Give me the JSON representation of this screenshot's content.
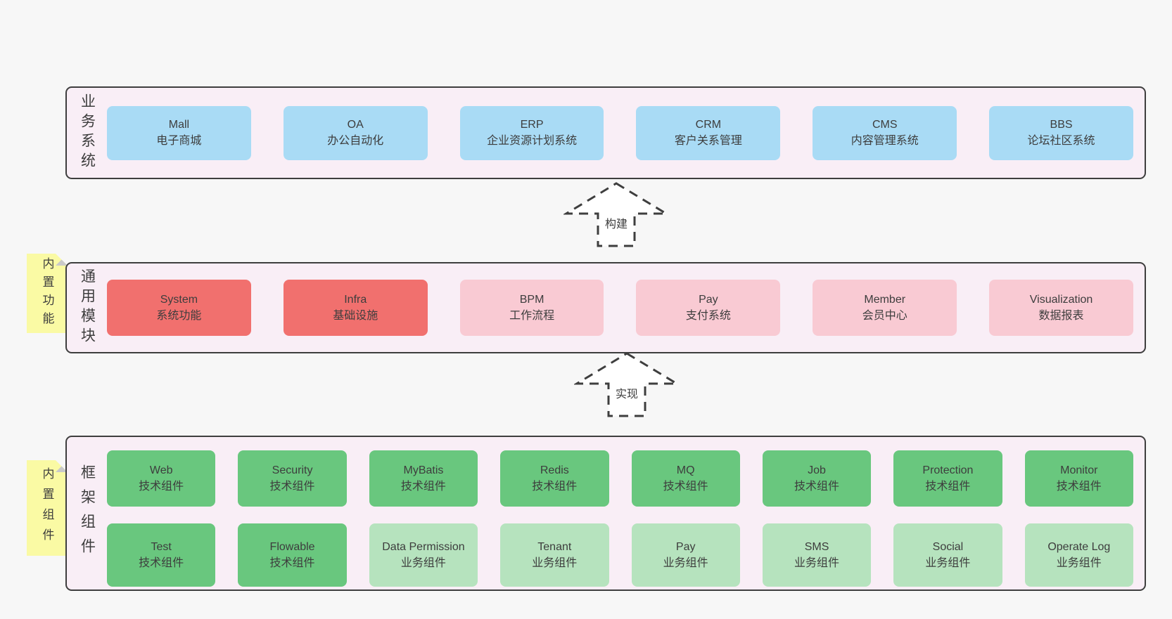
{
  "layers": [
    {
      "id": "business-systems",
      "label": "业务系统",
      "boxes": [
        {
          "en": "Mall",
          "zh": "电子商城",
          "variant": "blue"
        },
        {
          "en": "OA",
          "zh": "办公自动化",
          "variant": "blue"
        },
        {
          "en": "ERP",
          "zh": "企业资源计划系统",
          "variant": "blue"
        },
        {
          "en": "CRM",
          "zh": "客户关系管理",
          "variant": "blue"
        },
        {
          "en": "CMS",
          "zh": "内容管理系统",
          "variant": "blue"
        },
        {
          "en": "BBS",
          "zh": "论坛社区系统",
          "variant": "blue"
        }
      ]
    },
    {
      "id": "common-modules",
      "label": "通用模块",
      "note": "内置功能",
      "boxes": [
        {
          "en": "System",
          "zh": "系统功能",
          "variant": "red"
        },
        {
          "en": "Infra",
          "zh": "基础设施",
          "variant": "red"
        },
        {
          "en": "BPM",
          "zh": "工作流程",
          "variant": "pink"
        },
        {
          "en": "Pay",
          "zh": "支付系统",
          "variant": "pink"
        },
        {
          "en": "Member",
          "zh": "会员中心",
          "variant": "pink"
        },
        {
          "en": "Visualization",
          "zh": "数据报表",
          "variant": "pink"
        }
      ]
    },
    {
      "id": "framework-components",
      "label": "框架组件",
      "note": "内置组件",
      "boxes": [
        {
          "en": "Web",
          "zh": "技术组件",
          "variant": "green"
        },
        {
          "en": "Security",
          "zh": "技术组件",
          "variant": "green"
        },
        {
          "en": "MyBatis",
          "zh": "技术组件",
          "variant": "green"
        },
        {
          "en": "Redis",
          "zh": "技术组件",
          "variant": "green"
        },
        {
          "en": "MQ",
          "zh": "技术组件",
          "variant": "green"
        },
        {
          "en": "Job",
          "zh": "技术组件",
          "variant": "green"
        },
        {
          "en": "Protection",
          "zh": "技术组件",
          "variant": "green"
        },
        {
          "en": "Monitor",
          "zh": "技术组件",
          "variant": "green"
        },
        {
          "en": "Test",
          "zh": "技术组件",
          "variant": "green"
        },
        {
          "en": "Flowable",
          "zh": "技术组件",
          "variant": "green"
        },
        {
          "en": "Data Permission",
          "zh": "业务组件",
          "variant": "lightgreen"
        },
        {
          "en": "Tenant",
          "zh": "业务组件",
          "variant": "lightgreen"
        },
        {
          "en": "Pay",
          "zh": "业务组件",
          "variant": "lightgreen"
        },
        {
          "en": "SMS",
          "zh": "业务组件",
          "variant": "lightgreen"
        },
        {
          "en": "Social",
          "zh": "业务组件",
          "variant": "lightgreen"
        },
        {
          "en": "Operate Log",
          "zh": "业务组件",
          "variant": "lightgreen"
        }
      ]
    }
  ],
  "arrows": [
    {
      "label": "构建"
    },
    {
      "label": "实现"
    }
  ],
  "colors": {
    "page-bg": "#f7f7f7",
    "layer-bg": "#f9eef6",
    "layer-border": "#3e3e3e",
    "blue": "#a9dbf5",
    "red": "#f1706e",
    "pink": "#f9cad3",
    "green": "#69c77e",
    "lightgreen": "#b6e3be",
    "note-bg": "#fafaa4",
    "note-fold": "#c9c9c9",
    "text": "#3d3d3d",
    "arrow-fill": "#ffffff"
  }
}
